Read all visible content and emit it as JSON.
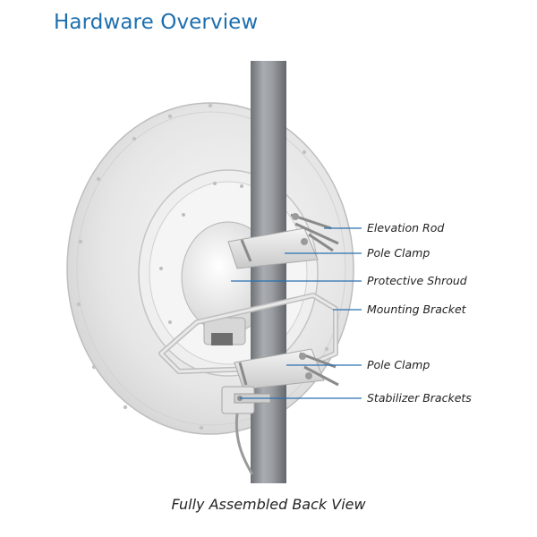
{
  "header": {
    "title": "Hardware Overview"
  },
  "callouts": [
    {
      "label": "Elevation Rod"
    },
    {
      "label": "Pole Clamp"
    },
    {
      "label": "Protective Shroud"
    },
    {
      "label": "Mounting Bracket"
    },
    {
      "label": "Pole Clamp"
    },
    {
      "label": "Stabilizer Brackets"
    }
  ],
  "caption": "Fully Assembled Back View",
  "colors": {
    "title": "#1e6fae",
    "callout_line": "#2a6fb0",
    "pole": "#8c8f93",
    "dish": "#ececec"
  }
}
